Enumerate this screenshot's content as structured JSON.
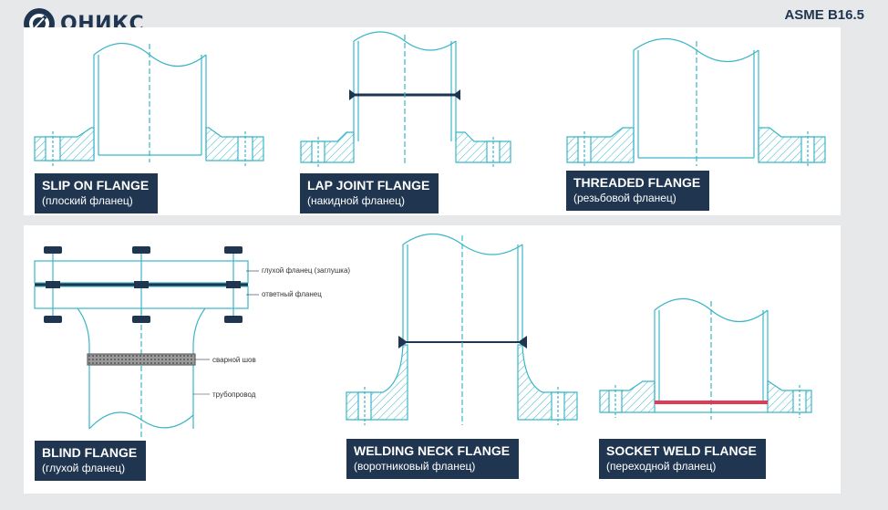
{
  "header": {
    "brand": "ОНИКС",
    "standard": "ASME B16.5",
    "accent_color": "#1f3550",
    "drawing_color": "#3ab6c8",
    "highlight_color": "#e03a55"
  },
  "flanges": [
    {
      "title": "SLIP ON FLANGE",
      "subtitle": "(плоский фланец)"
    },
    {
      "title": "LAP JOINT FLANGE",
      "subtitle": "(накидной фланец)"
    },
    {
      "title": "THREADED FLANGE",
      "subtitle": "(резьбовой фланец)"
    },
    {
      "title": "BLIND FLANGE",
      "subtitle": "(глухой фланец)"
    },
    {
      "title": "WELDING NECK FLANGE",
      "subtitle": "(воротниковый фланец)"
    },
    {
      "title": "SOCKET WELD FLANGE",
      "subtitle": "(переходной фланец)"
    }
  ],
  "blind_notes": {
    "blind": "глухой фланец (заглушка)",
    "mating": "ответный фланец",
    "weld": "сварной шов",
    "pipe": "трубопровод"
  }
}
